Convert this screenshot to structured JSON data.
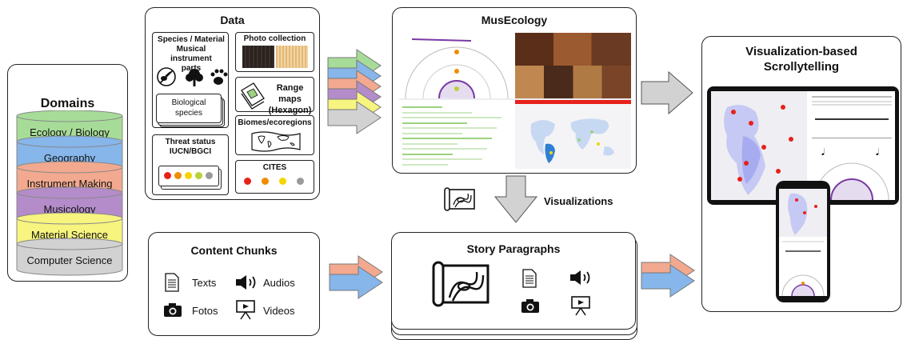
{
  "domains": {
    "title": "Domains",
    "items": [
      {
        "label": "Ecology / Biology",
        "color": "#a7dc98"
      },
      {
        "label": "Geography",
        "color": "#86b6ea"
      },
      {
        "label": "Instrument Making",
        "color": "#f2a98f"
      },
      {
        "label": "Musicology",
        "color": "#b48cc9"
      },
      {
        "label": "Material Science",
        "color": "#f7f47f"
      },
      {
        "label": "Computer Science",
        "color": "#d2d2d2"
      }
    ]
  },
  "data_panel": {
    "title": "Data",
    "species": "Species / Material\nMusical instrument\nparts",
    "biological": "Biological\nspecies",
    "threat": "Threat status\nIUCN/BGCI",
    "photo": "Photo collection",
    "range": "Range maps\n(Hexagon)",
    "biomes": "Biomes/ecoregions",
    "cites": "CITES",
    "threat_colors": [
      "#e8211b",
      "#f08c00",
      "#f3d500",
      "#b6d33a",
      "#9a9a9a"
    ],
    "cites_colors": [
      "#e8211b",
      "#f08c00",
      "#f3d500",
      "#9a9a9a"
    ]
  },
  "content": {
    "title": "Content Chunks",
    "texts": "Texts",
    "audios": "Audios",
    "fotos": "Fotos",
    "videos": "Videos"
  },
  "musecology": {
    "title": "MusEcology"
  },
  "visualizations_label": "Visualizations",
  "story": {
    "title": "Story Paragraphs"
  },
  "scrolly": {
    "title": "Visualization-based\nScrollytelling"
  },
  "arrows": {
    "colors": [
      "#a7dc98",
      "#86b6ea",
      "#f2a98f",
      "#b48cc9",
      "#f7f47f",
      "#d2d2d2"
    ]
  }
}
